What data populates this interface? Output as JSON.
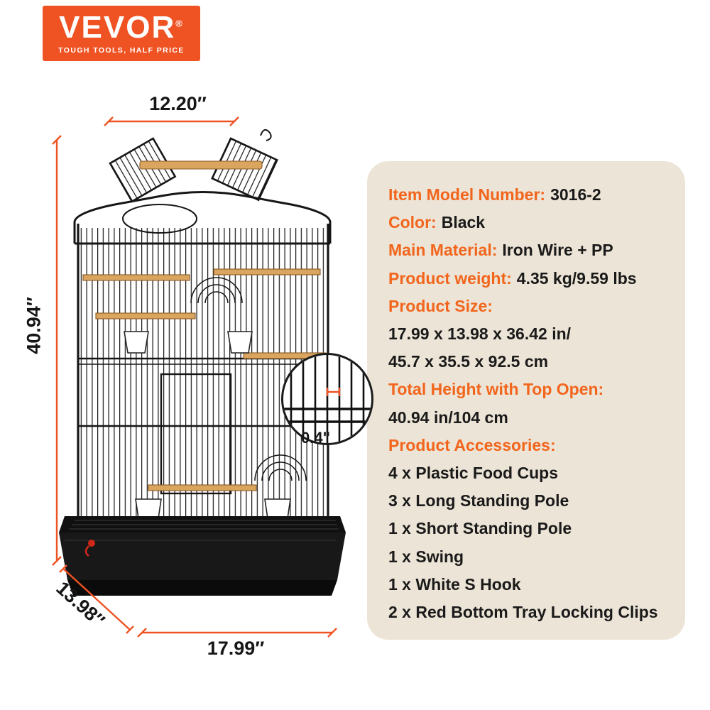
{
  "brand": {
    "name": "VEVOR",
    "registered": "®",
    "tagline": "TOUGH TOOLS, HALF PRICE"
  },
  "dimensions": {
    "top_width": "12.20″",
    "height": "40.94″",
    "depth": "13.98″",
    "width": "17.99″",
    "wire_gap": "0.4\""
  },
  "panel": {
    "lines": [
      {
        "label": "Item Model Number:",
        "value": "3016-2"
      },
      {
        "label": "Color:",
        "value": "Black"
      },
      {
        "label": "Main Material:",
        "value": "Iron Wire + PP"
      },
      {
        "label": "Product weight:",
        "value": "4.35 kg/9.59 lbs"
      },
      {
        "label": "Product Size:",
        "value": ""
      },
      {
        "label": "",
        "value": "17.99 x 13.98 x 36.42 in/"
      },
      {
        "label": "",
        "value": "45.7 x 35.5 x 92.5 cm"
      },
      {
        "label": "Total  Height with Top Open:",
        "value": ""
      },
      {
        "label": "",
        "value": "40.94 in/104 cm"
      },
      {
        "label": "Product Accessories:",
        "value": ""
      },
      {
        "label": "",
        "value": "4 x Plastic Food Cups"
      },
      {
        "label": "",
        "value": "3 x Long Standing Pole"
      },
      {
        "label": "",
        "value": "1 x Short Standing Pole"
      },
      {
        "label": "",
        "value": "1 x Swing"
      },
      {
        "label": "",
        "value": "1 x White S Hook"
      },
      {
        "label": "",
        "value": "2 x Red Bottom Tray Locking Clips"
      }
    ]
  },
  "colors": {
    "accent_orange": "#ef5323",
    "spec_label_orange": "#f2651c",
    "panel_beige": "#ece4d6",
    "perch_tan": "#d9a55f",
    "tray_black": "#141414",
    "clip_red": "#d02818"
  }
}
